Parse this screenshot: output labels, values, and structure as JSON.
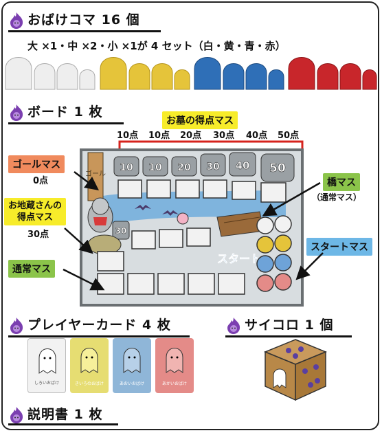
{
  "headings": {
    "koma": "おばけコマ 16 個",
    "board": "ボード 1 枚",
    "cards": "プレイヤーカード 4 枚",
    "dice": "サイコロ 1 個",
    "manual": "説明書 1 枚"
  },
  "koma_desc": "大 ×1・中 ×2・小 ×1が 4 セット（白・黄・青・赤）",
  "board": {
    "grave_title": "お墓の得点マス",
    "grave_points": [
      "10点",
      "10点",
      "20点",
      "30点",
      "40点",
      "50点"
    ],
    "goal_label": "ゴールマス",
    "goal_points": "0点",
    "jizo_label_1": "お地蔵さんの",
    "jizo_label_2": "得点マス",
    "jizo_points": "30点",
    "normal_label": "通常マス",
    "bridge_label": "橋マス",
    "bridge_sub": "（通常マス）",
    "start_label": "スタートマス",
    "goal_sign": "ゴール",
    "start_sign": "スタート",
    "tomb_numbers": [
      "10",
      "10",
      "20",
      "30",
      "40",
      "50"
    ],
    "jizo_number": "30"
  },
  "cards": [
    {
      "name": "しろいおばけ",
      "color": "#f2f2f2"
    },
    {
      "name": "きいろのおばけ",
      "color": "#e6dd72"
    },
    {
      "name": "あおいおばけ",
      "color": "#8fb6d8"
    },
    {
      "name": "あかいおばけ",
      "color": "#e48b88"
    }
  ],
  "colors": {
    "white": "#e9e9e9",
    "yellow": "#e5c43a",
    "blue": "#2f6fb7",
    "red": "#c8262b",
    "purple": "#7b3fb0",
    "goal_label_bg": "#f08a5d",
    "jizo_label_bg": "#f7ec2a",
    "normal_label_bg": "#8bc44a",
    "bridge_label_bg": "#8bc44a",
    "start_label_bg": "#6db7e6",
    "grave_title_bg": "#f7ec2a",
    "bracket": "#d6231d"
  }
}
